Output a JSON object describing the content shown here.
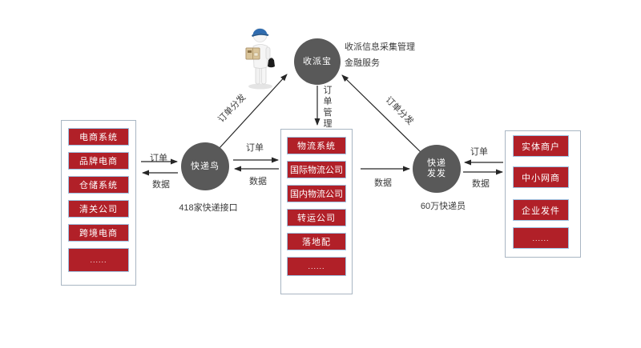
{
  "colors": {
    "node_fill": "#595959",
    "node_text": "#ffffff",
    "item_fill": "#b12028",
    "item_border": "#9fc3e2",
    "container_border": "#a9b6c3",
    "arrow_line": "#262626",
    "label_text": "#3a3a3a",
    "background": "#ffffff"
  },
  "left_box": {
    "items": [
      "电商系统",
      "品牌电商",
      "仓储系统",
      "清关公司",
      "跨境电商",
      "......"
    ]
  },
  "center_box": {
    "items": [
      "物流系统",
      "国际物流公司",
      "国内物流公司",
      "转运公司",
      "落地配",
      "......"
    ]
  },
  "right_box": {
    "items": [
      "实体商户",
      "中小网商",
      "企业发件",
      "......"
    ]
  },
  "nodes": {
    "kuaidiniao": {
      "label": "快递鸟",
      "caption": "418家快递接口"
    },
    "shoupaibao": {
      "label": "收派宝",
      "note1": "收派信息采集管理",
      "note2": "金融服务"
    },
    "kuaidifafa": {
      "label": "快递发发",
      "line1": "快递",
      "line2": "发发",
      "caption": "60万快递员"
    }
  },
  "edges": {
    "order": "订单",
    "data": "数据",
    "order_dispatch_left": "订单分发",
    "order_dispatch_right": "订单分发",
    "order_management": "订单管理"
  },
  "icons": {
    "courier_person": "delivery-person-3d"
  }
}
